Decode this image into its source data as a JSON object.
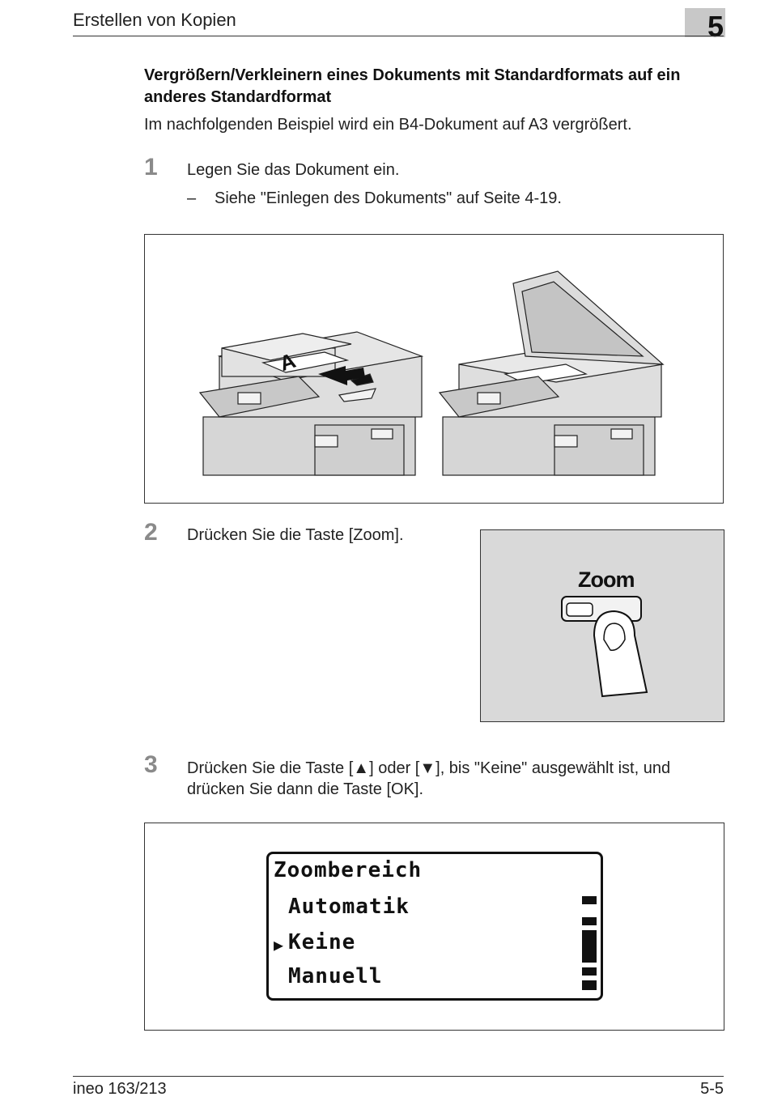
{
  "header": {
    "title": "Erstellen von Kopien",
    "chapter": "5"
  },
  "section": {
    "heading": "Vergrößern/Verkleinern eines Dokuments mit Standardformats auf ein anderes Standardformat",
    "intro": "Im nachfolgenden Beispiel wird ein B4-Dokument auf A3 vergrößert."
  },
  "steps": [
    {
      "num": "1",
      "text": "Legen Sie das Dokument ein.",
      "sub_dash": "–",
      "sub": "Siehe \"Einlegen des Dokuments\" auf Seite 4-19."
    },
    {
      "num": "2",
      "text": "Drücken Sie die Taste [Zoom]."
    },
    {
      "num": "3",
      "text": "Drücken Sie die Taste [▲] oder [▼], bis \"Keine\" ausgewählt ist, und drücken Sie dann die Taste [OK]."
    }
  ],
  "figure1": {
    "doc_letter": "A"
  },
  "figure2": {
    "button_label": "Zoom"
  },
  "lcd": {
    "title": "Zoombereich",
    "items": [
      "Automatik",
      "Keine",
      "Manuell"
    ],
    "selected_index": 1,
    "cursor": "▶"
  },
  "footer": {
    "model": "ineo 163/213",
    "page": "5-5"
  }
}
